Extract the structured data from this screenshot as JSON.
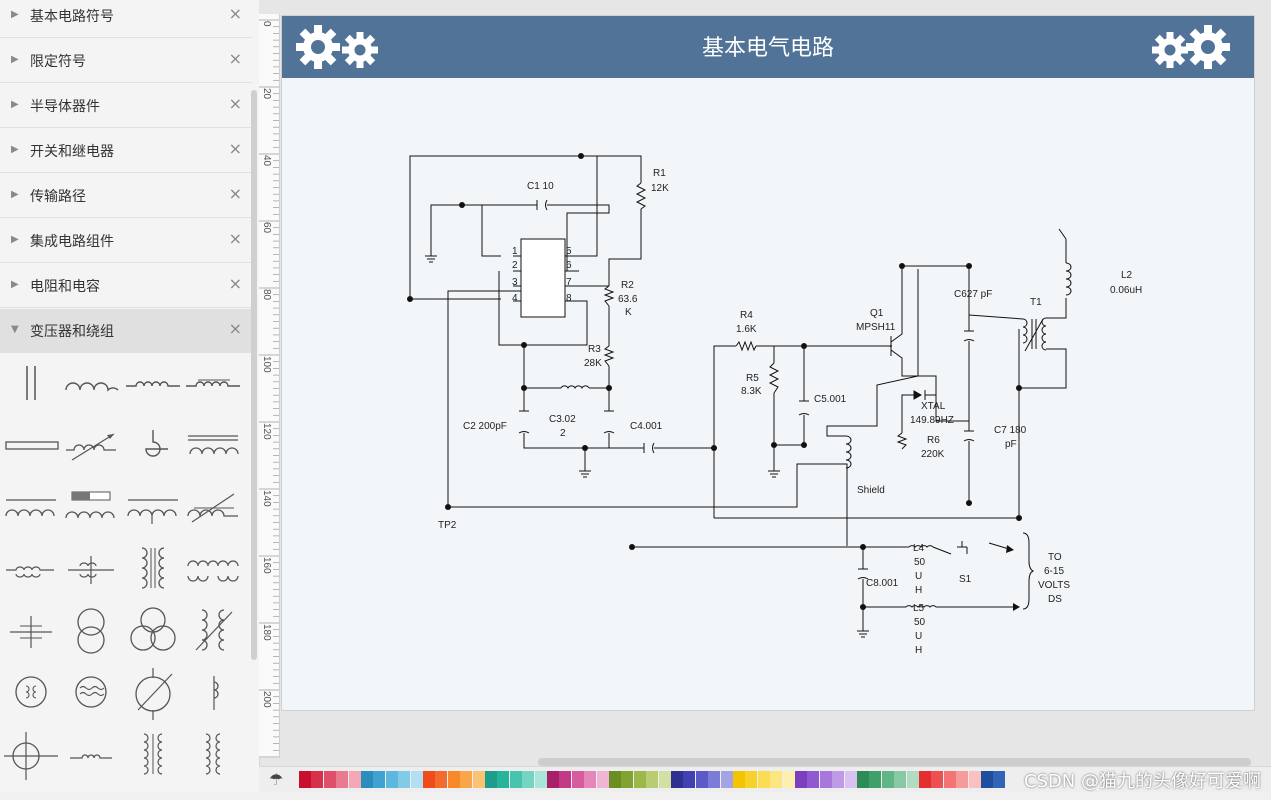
{
  "sidebar": {
    "close_glyph": "×",
    "categories": [
      {
        "label": "基本电路符号",
        "open": false
      },
      {
        "label": "限定符号",
        "open": false
      },
      {
        "label": "半导体器件",
        "open": false
      },
      {
        "label": "开关和继电器",
        "open": false
      },
      {
        "label": "传输路径",
        "open": false
      },
      {
        "label": "集成电路组件",
        "open": false
      },
      {
        "label": "电阻和电容",
        "open": false
      },
      {
        "label": "变压器和绕组",
        "open": true
      }
    ]
  },
  "ruler": {
    "left_ticks": [
      "0",
      "20",
      "40",
      "60",
      "80",
      "100",
      "120",
      "140",
      "160",
      "180",
      "200",
      "20"
    ]
  },
  "canvas": {
    "banner_title": "基本电气电路",
    "banner_color": "#527398"
  },
  "circuit": {
    "labels": {
      "r1": "R1",
      "r1v": "12K",
      "c1": "C1 10",
      "r2": "R2",
      "r2v": "63.6",
      "r2u": "K",
      "r3": "R3",
      "r3v": "28K",
      "c2": "C2 200pF",
      "c3": "C3.02",
      "c3v": "2",
      "c4": "C4.001",
      "tp2": "TP2",
      "r4": "R4",
      "r4v": "1.6K",
      "r5": "R5",
      "r5v": "8.3K",
      "c5": "C5.001",
      "q1": "Q1",
      "q1v": "MPSH11",
      "xtal": "XTAL",
      "xtalv": "149.89HZ",
      "r6": "R6",
      "r6v": "220K",
      "shield": "Shield",
      "c6": "C627 pF",
      "t1": "T1",
      "l2": "L2",
      "l2v": "0.06uH",
      "c7": "C7 180",
      "c7u": "pF",
      "l4": "L4",
      "l4a": "50",
      "l4b": "U",
      "l4c": "H",
      "s1": "S1",
      "c8": "C8.001",
      "l5": "L5",
      "l5a": "50",
      "l5b": "U",
      "l5c": "H",
      "to1": "TO",
      "to2": "6-15",
      "to3": "VOLTS",
      "to4": "DS",
      "pin1": "1",
      "pin2": "2",
      "pin3": "3",
      "pin4": "4",
      "pin5": "5",
      "pin6": "6",
      "pin7": "7",
      "pin8": "8"
    }
  },
  "palette": {
    "colors": [
      "#c8102e",
      "#d6304a",
      "#e04f6a",
      "#ea7a8f",
      "#f4a8b6",
      "#2b8cbe",
      "#3fa2cf",
      "#5cb8de",
      "#82cbe8",
      "#b2e0f2",
      "#ef4b1b",
      "#f36a2f",
      "#f7892b",
      "#f9a64a",
      "#fbc274",
      "#1e9e8a",
      "#27b39c",
      "#47c4ae",
      "#76d4c2",
      "#a9e5d9",
      "#a81f6a",
      "#c23a86",
      "#d65c9f",
      "#e486b9",
      "#f0b4d4",
      "#6b8e23",
      "#82a332",
      "#9cb84b",
      "#b8cc73",
      "#d3e0a3",
      "#2e3192",
      "#4140b0",
      "#5a5ac8",
      "#7b7bd8",
      "#a3a3e6",
      "#f5c400",
      "#f8d12b",
      "#fadc55",
      "#fce67f",
      "#fdf0ae",
      "#7b3fbf",
      "#9159cf",
      "#a876dc",
      "#c19ae7",
      "#d9c1f1",
      "#2e8b57",
      "#3fa06a",
      "#5fb584",
      "#86c9a2",
      "#b0dcc2",
      "#e52e2e",
      "#ec5050",
      "#f27474",
      "#f79a9a",
      "#fbc1c1",
      "#1f4e9e",
      "#2f64b6"
    ],
    "watermark": "CSDN @猫九的头像好可爱啊"
  }
}
